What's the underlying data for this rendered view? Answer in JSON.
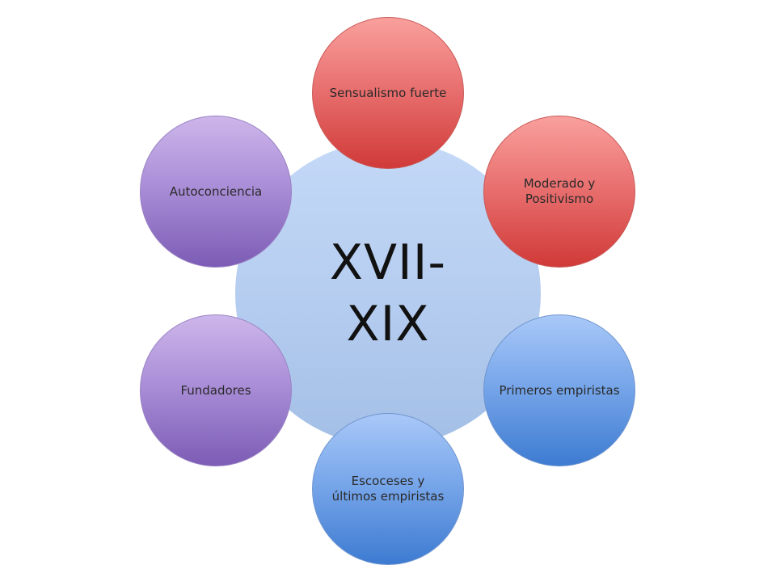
{
  "center": {
    "label": "XVII-XIX",
    "line1": "XVII-",
    "line2": "XIX"
  },
  "nodes": [
    {
      "label": "Sensualismo fuerte",
      "color": "#e05a58"
    },
    {
      "label": "Moderado y Positivismo",
      "color": "#e05a58"
    },
    {
      "label": "Primeros empiristas",
      "color": "#5b8ee0"
    },
    {
      "label": "Escoceses y últimos empiristas",
      "color": "#5b8ee0"
    },
    {
      "label": "Fundadores",
      "color": "#9a7bc9"
    },
    {
      "label": "Autoconciencia",
      "color": "#9a7bc9"
    }
  ]
}
